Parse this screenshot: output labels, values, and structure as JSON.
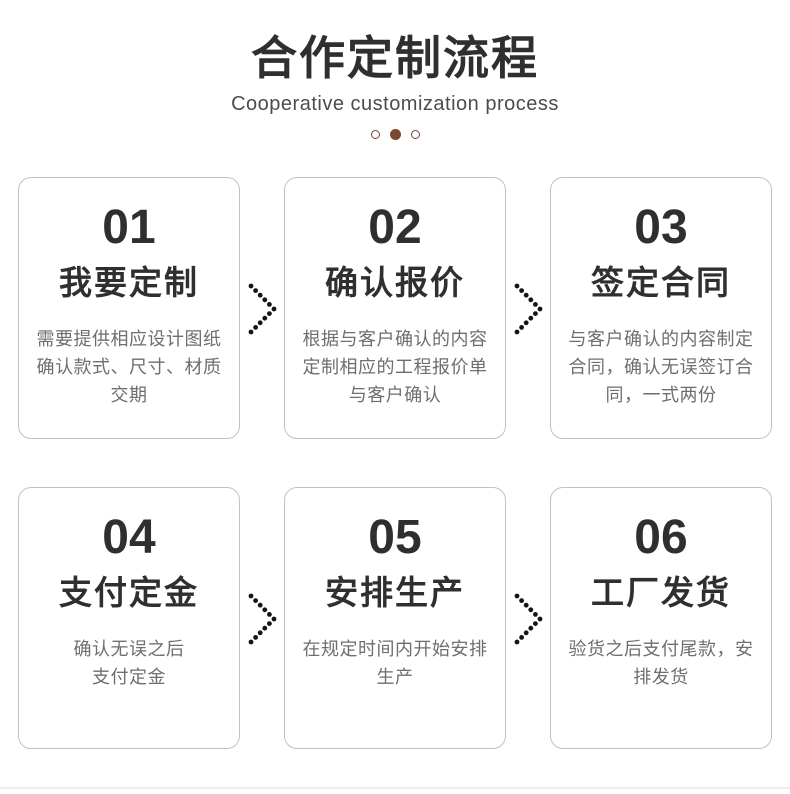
{
  "header": {
    "title": "合作定制流程",
    "subtitle": "Cooperative customization process"
  },
  "carousel": {
    "dots": [
      "outline",
      "filled",
      "outline"
    ],
    "dot_color": "#7a4732"
  },
  "steps": [
    {
      "number": "01",
      "title": "我要定制",
      "description": "需要提供相应设计图纸\n确认款式、尺寸、材质\n交期"
    },
    {
      "number": "02",
      "title": "确认报价",
      "description": "根据与客户确认的内容\n定制相应的工程报价单\n与客户确认"
    },
    {
      "number": "03",
      "title": "签定合同",
      "description": "与客户确认的内容制定\n合同，确认无误签订合\n同，一式两份"
    },
    {
      "number": "04",
      "title": "支付定金",
      "description": "确认无误之后\n支付定金"
    },
    {
      "number": "05",
      "title": "安排生产",
      "description": "在规定时间内开始安排\n生产"
    },
    {
      "number": "06",
      "title": "工厂发货",
      "description": "验货之后支付尾款，安\n排发货"
    }
  ],
  "colors": {
    "title_text": "#2f2f2f",
    "subtitle_text": "#4c4c4c",
    "card_border": "#c2c2c2",
    "description_text": "#6e6e6e",
    "arrow_dots": "#141414",
    "carousel_dot": "#7a4732",
    "bottom_divider": "#ededed",
    "background": "#ffffff"
  }
}
